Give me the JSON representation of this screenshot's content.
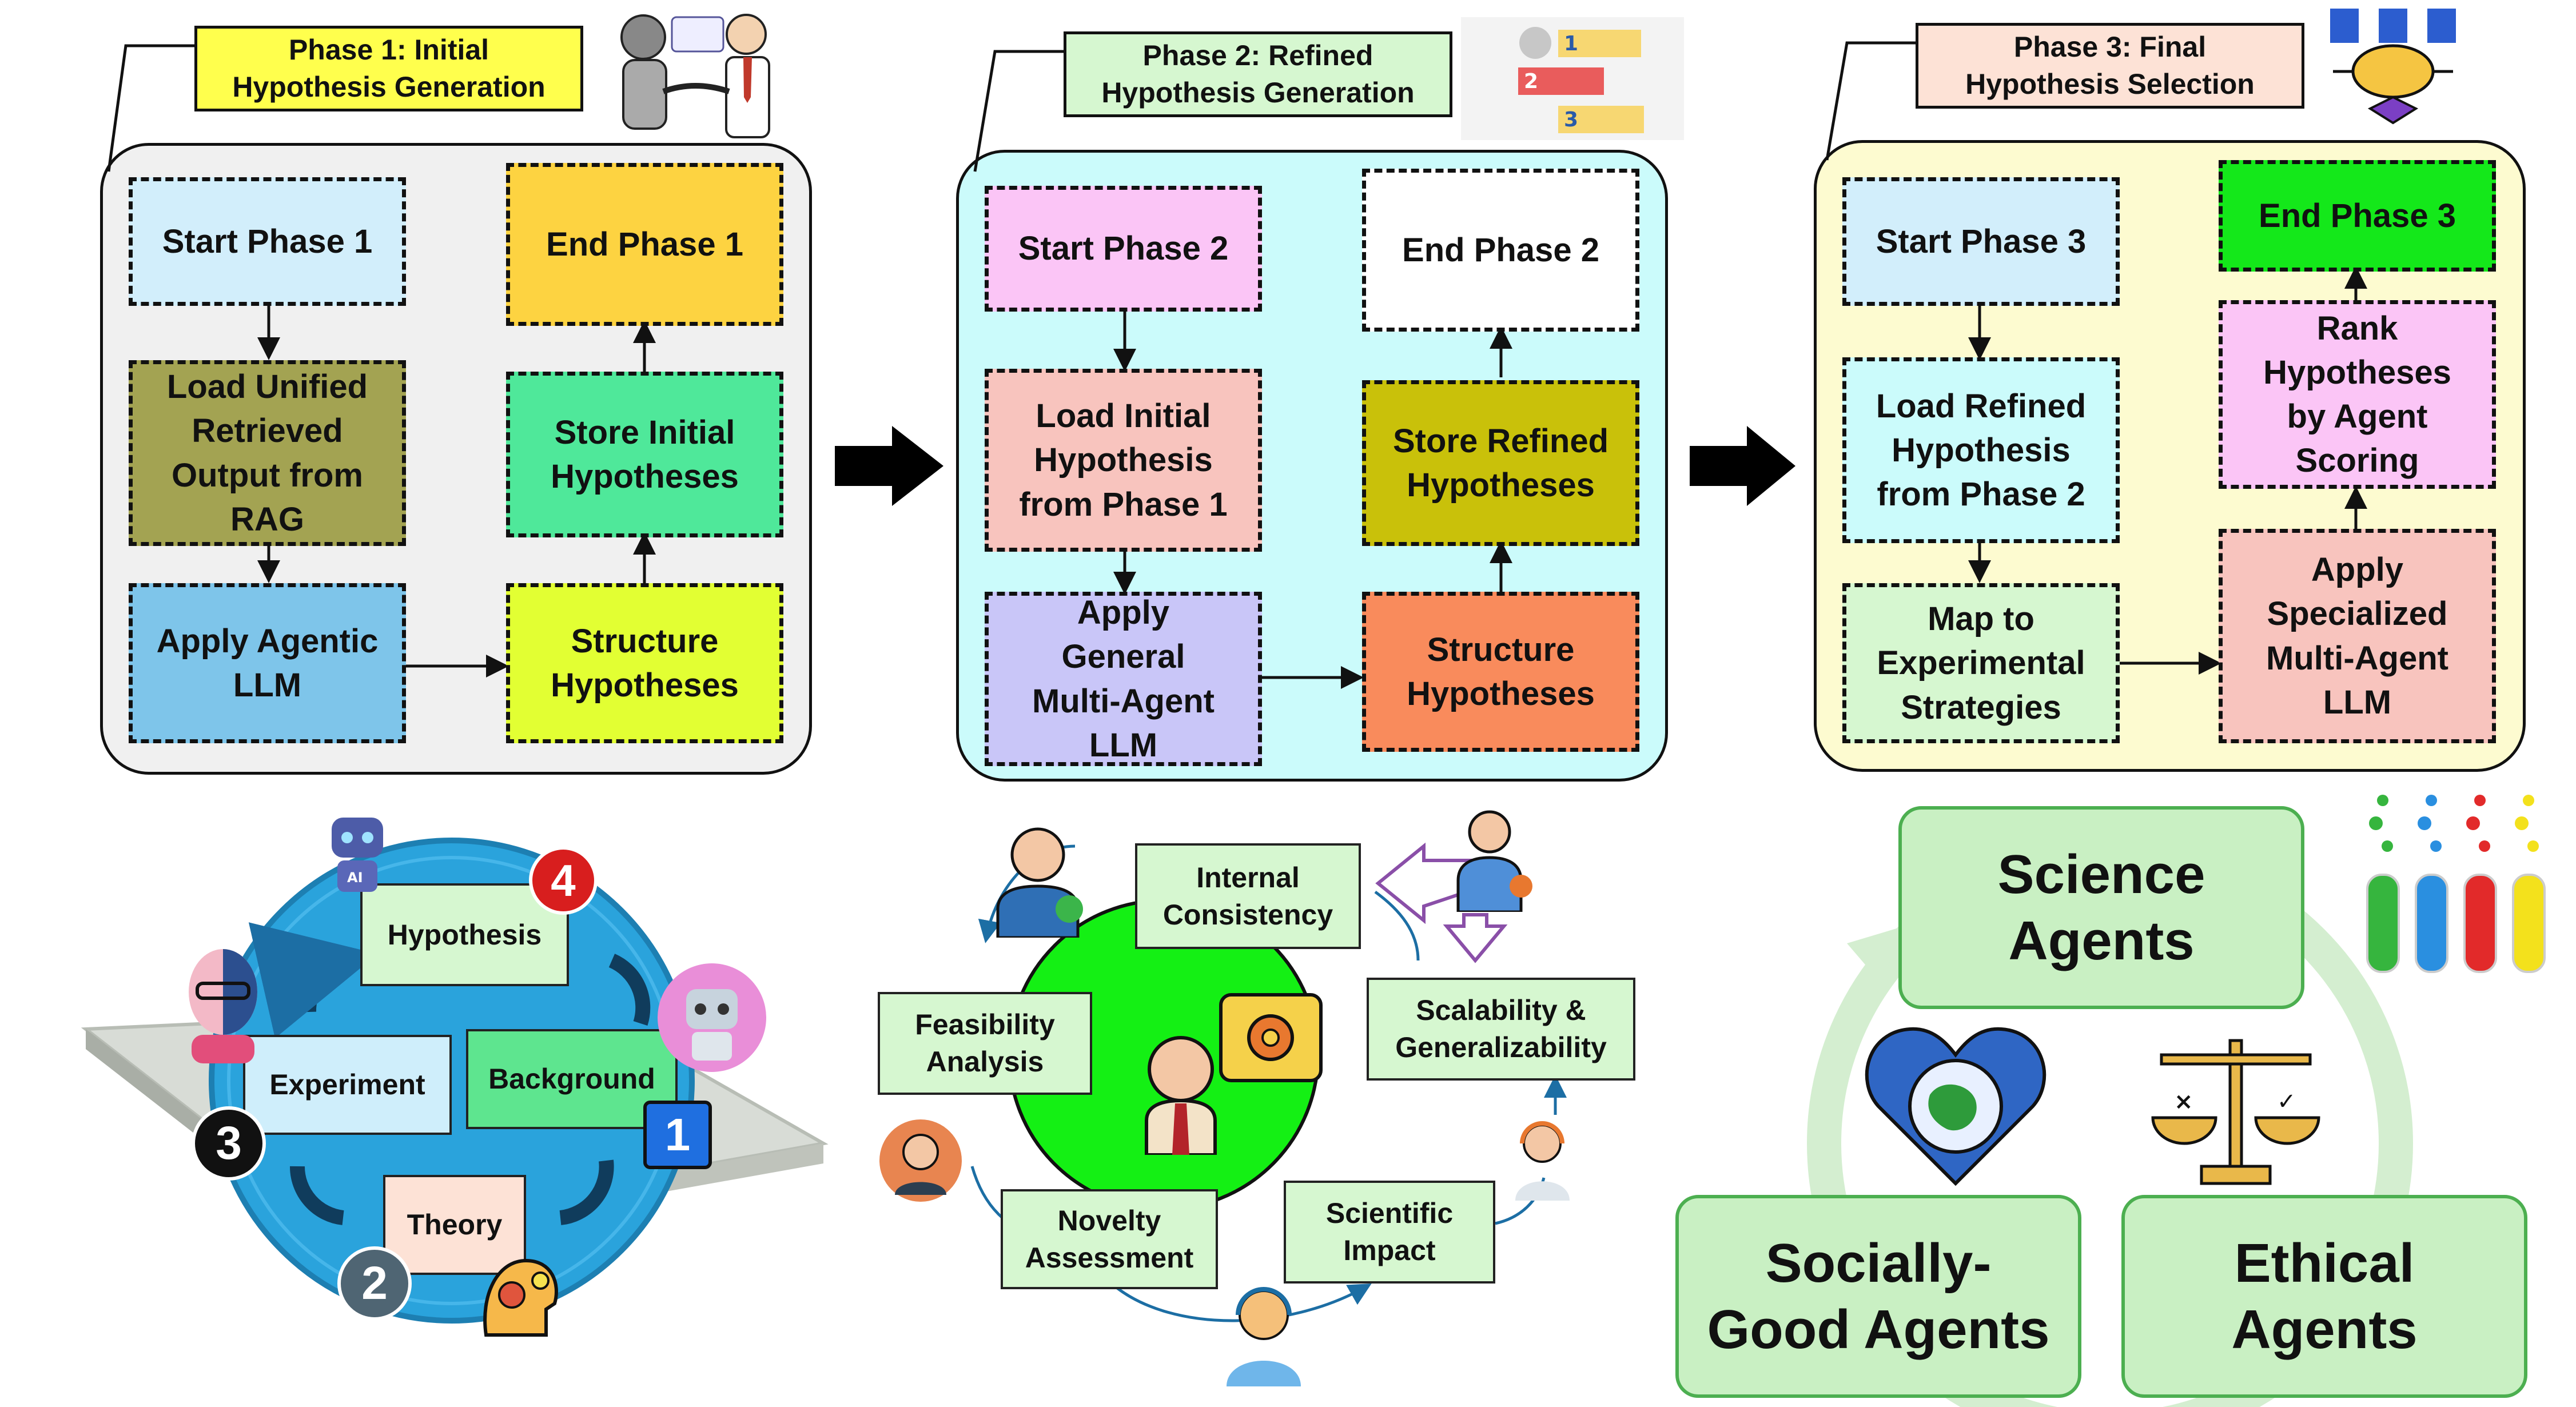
{
  "phases": [
    {
      "title": "Phase 1: Initial\nHypothesis Generation",
      "nodes": {
        "start": "Start Phase 1",
        "load": "Load Unified\nRetrieved\nOutput from\nRAG",
        "apply": "Apply Agentic\nLLM",
        "structure": "Structure\nHypotheses",
        "store": "Store Initial\nHypotheses",
        "end": "End Phase 1"
      }
    },
    {
      "title": "Phase 2: Refined\nHypothesis Generation",
      "nodes": {
        "start": "Start Phase 2",
        "load": "Load Initial\nHypothesis\nfrom Phase 1",
        "apply": "Apply\nGeneral\nMulti-Agent\nLLM",
        "structure": "Structure\nHypotheses",
        "store": "Store Refined\nHypotheses",
        "end": "End Phase 2"
      }
    },
    {
      "title": "Phase 3: Final\nHypothesis Selection",
      "nodes": {
        "start": "Start Phase 3",
        "load": "Load Refined\nHypothesis\nfrom Phase 2",
        "map": "Map to\nExperimental\nStrategies",
        "apply": "Apply\nSpecialized\nMulti-Agent\nLLM",
        "rank": "Rank\nHypotheses\nby Agent\nScoring",
        "end": "End Phase 3"
      }
    }
  ],
  "cycle": {
    "hypothesis": "Hypothesis",
    "experiment": "Experiment",
    "background": "Background",
    "theory": "Theory",
    "badges": [
      "1",
      "2",
      "3",
      "4"
    ]
  },
  "evaluation": {
    "internal": "Internal\nConsistency",
    "feasibility": "Feasibility\nAnalysis",
    "scalability": "Scalability &\nGeneralizability",
    "novelty": "Novelty\nAssessment",
    "impact": "Scientific\nImpact"
  },
  "agents": {
    "science": "Science\nAgents",
    "social": "Socially-\nGood Agents",
    "ethical": "Ethical\nAgents"
  },
  "icons": [
    "robot-handshake-icon",
    "numbered-list-icon",
    "brain-network-icon",
    "ai-robot-icon",
    "cyborg-face-icon",
    "robot-assistant-icon",
    "gear-head-icon",
    "businessman-icon",
    "presenter-icon",
    "support-agent-icon",
    "gear-speech-icon",
    "heart-globe-icon",
    "balance-scale-icon",
    "test-tubes-icon"
  ],
  "colors": {
    "panel1": "#f0f0f0",
    "panel2": "#cbfbfb",
    "panel3": "#fdfbd0",
    "title1": "#ffff4d",
    "title2": "#d6f7d0",
    "title3": "#fde2d6",
    "green_circle": "#14f014",
    "cycle_blue": "#2aa3dc",
    "agent_green": "#c9f0c3"
  }
}
